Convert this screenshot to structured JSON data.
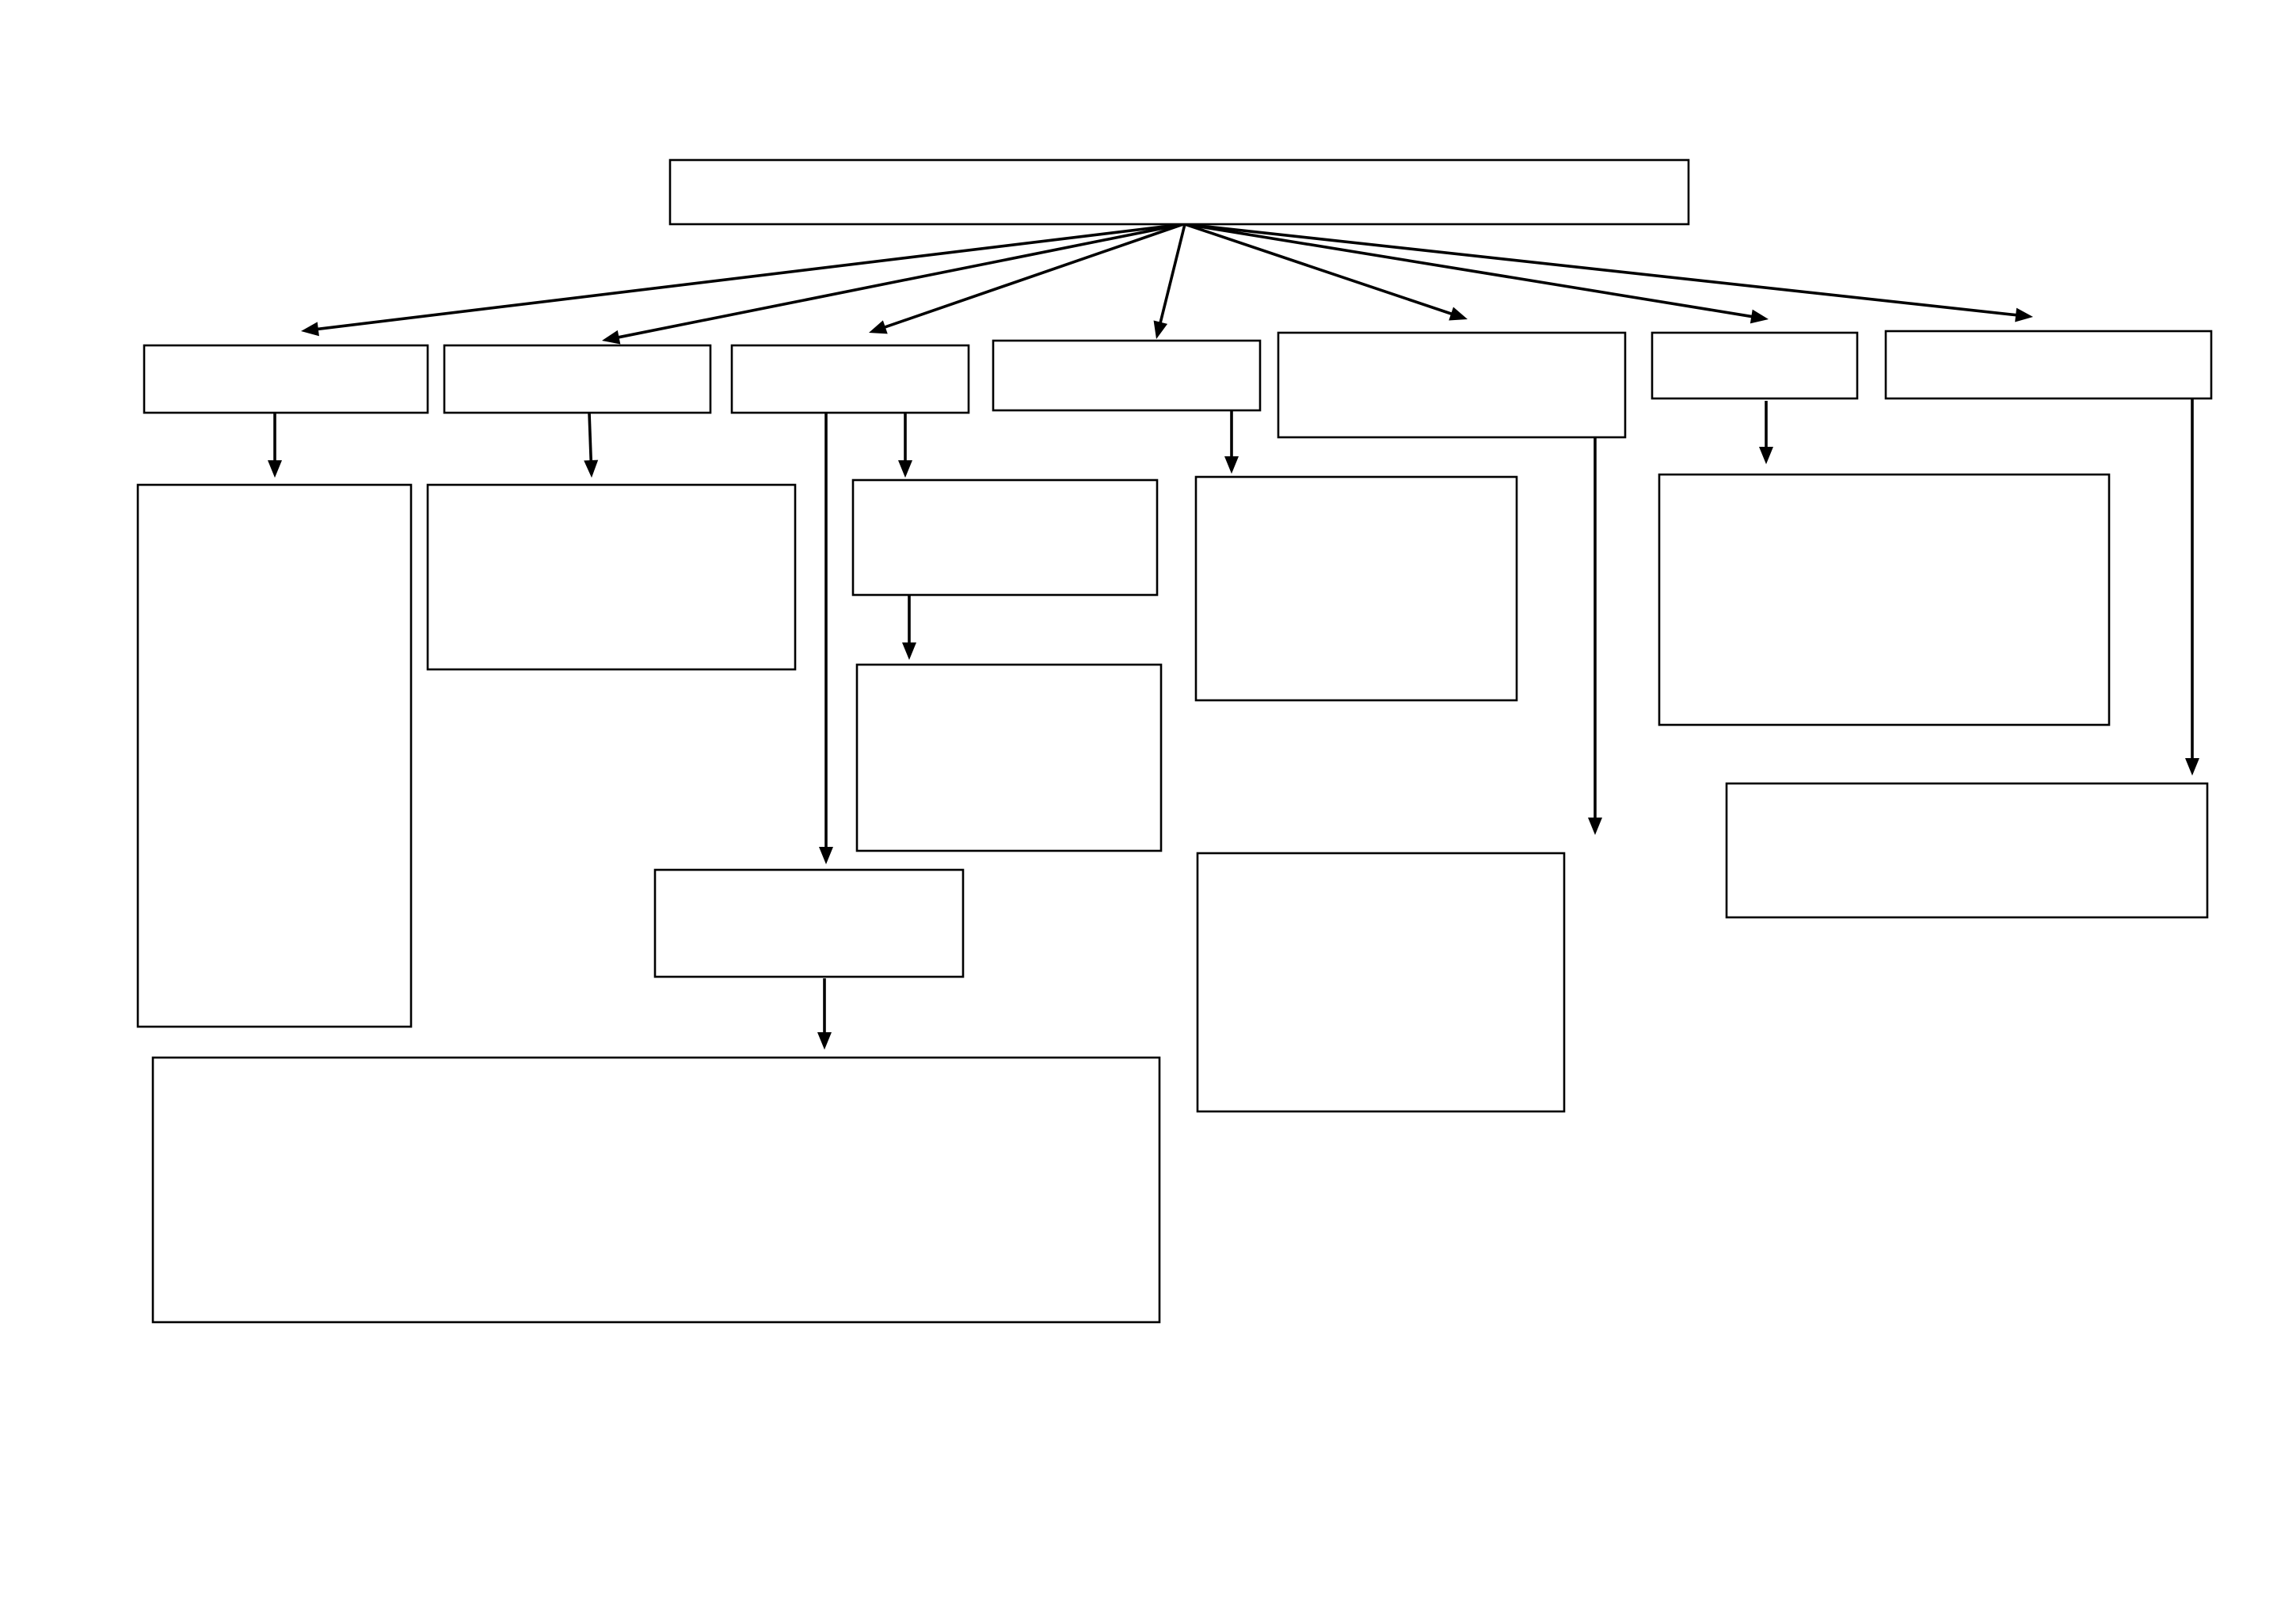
{
  "diagram": {
    "type": "flowchart",
    "colors": {
      "background": "#ffffff",
      "stroke": "#000000",
      "fill": "#ffffff"
    },
    "nodes": [
      {
        "id": "root",
        "label": ""
      },
      {
        "id": "level1-1",
        "label": ""
      },
      {
        "id": "level1-2",
        "label": ""
      },
      {
        "id": "level1-3",
        "label": ""
      },
      {
        "id": "level1-4",
        "label": ""
      },
      {
        "id": "level1-5",
        "label": ""
      },
      {
        "id": "level1-6",
        "label": ""
      },
      {
        "id": "level1-7",
        "label": ""
      },
      {
        "id": "level2-1",
        "label": ""
      },
      {
        "id": "level2-2",
        "label": ""
      },
      {
        "id": "level2-3",
        "label": ""
      },
      {
        "id": "level3-3",
        "label": ""
      },
      {
        "id": "level2-3b",
        "label": ""
      },
      {
        "id": "level3-3b",
        "label": ""
      },
      {
        "id": "level2-4",
        "label": ""
      },
      {
        "id": "level2-5",
        "label": ""
      },
      {
        "id": "level2-6",
        "label": ""
      },
      {
        "id": "level2-7",
        "label": ""
      }
    ],
    "edges": [
      {
        "from": "root",
        "to": "level1-1"
      },
      {
        "from": "root",
        "to": "level1-2"
      },
      {
        "from": "root",
        "to": "level1-3"
      },
      {
        "from": "root",
        "to": "level1-4"
      },
      {
        "from": "root",
        "to": "level1-5"
      },
      {
        "from": "root",
        "to": "level1-6"
      },
      {
        "from": "root",
        "to": "level1-7"
      },
      {
        "from": "level1-1",
        "to": "level2-1"
      },
      {
        "from": "level1-2",
        "to": "level2-2"
      },
      {
        "from": "level1-3",
        "to": "level2-3"
      },
      {
        "from": "level2-3",
        "to": "level3-3"
      },
      {
        "from": "level1-3",
        "to": "level2-3b"
      },
      {
        "from": "level2-3b",
        "to": "level3-3b"
      },
      {
        "from": "level1-4",
        "to": "level2-4"
      },
      {
        "from": "level1-5",
        "to": "level2-5"
      },
      {
        "from": "level1-6",
        "to": "level2-6"
      },
      {
        "from": "level1-7",
        "to": "level2-7"
      }
    ]
  }
}
